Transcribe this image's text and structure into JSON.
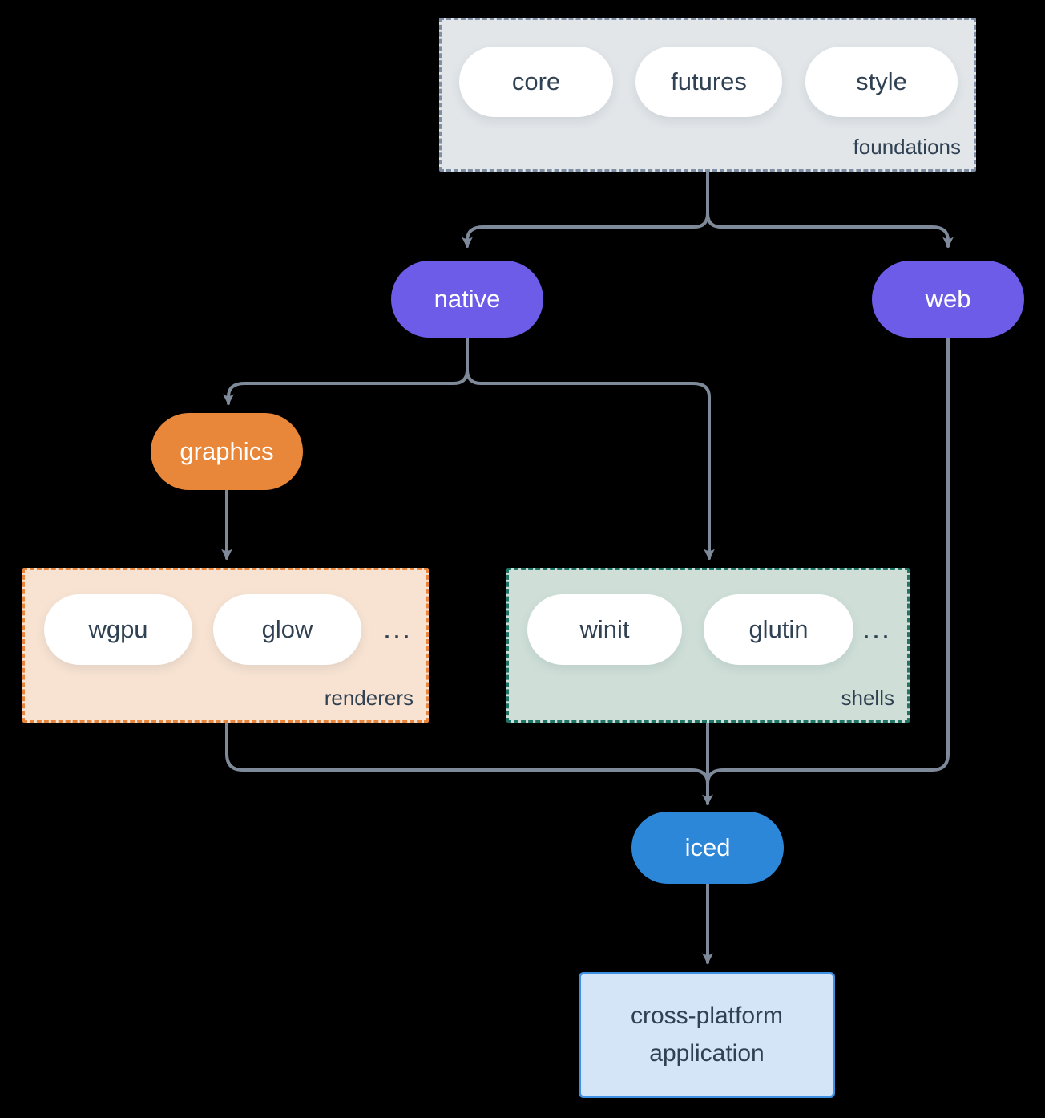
{
  "colors": {
    "background": "#000000",
    "line": "#7e8a9a",
    "foundations-fill": "#e2e6e9",
    "foundations-border": "#7e8ea4",
    "renderers-fill": "#f8e3d2",
    "renderers-border": "#e8853c",
    "shells-fill": "#cfdfd8",
    "shells-border": "#1f7465",
    "purple": "#6c5ce7",
    "orange": "#e8863a",
    "blue": "#2d87d8",
    "app-fill": "#d4e5f7",
    "app-border": "#3f90e2",
    "text-dark": "#2f4152",
    "text-light": "#ffffff"
  },
  "groups": {
    "foundations": {
      "label": "foundations",
      "pills": [
        "core",
        "futures",
        "style"
      ]
    },
    "renderers": {
      "label": "renderers",
      "pills": [
        "wgpu",
        "glow"
      ],
      "more": "..."
    },
    "shells": {
      "label": "shells",
      "pills": [
        "winit",
        "glutin"
      ],
      "more": "..."
    }
  },
  "nodes": {
    "native": {
      "label": "native"
    },
    "web": {
      "label": "web"
    },
    "graphics": {
      "label": "graphics"
    },
    "iced": {
      "label": "iced"
    },
    "application": {
      "label": "cross-platform application"
    }
  }
}
